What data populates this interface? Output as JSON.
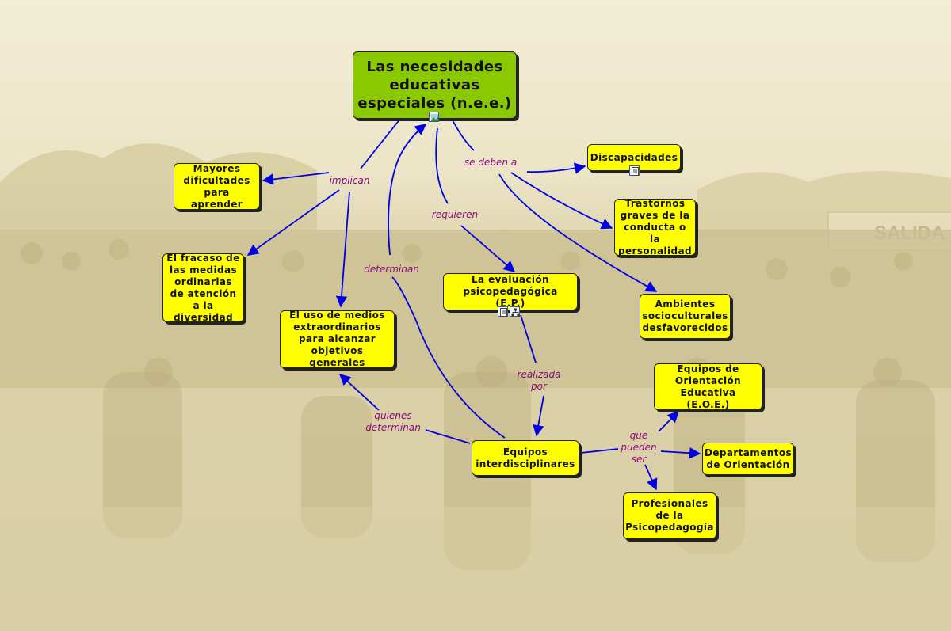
{
  "nodes": {
    "root": "Las necesidades educativas especiales (n.e.e.)",
    "mayores": "Mayores dificultades para aprender",
    "fracaso": "El fracaso de las medidas ordinarias de atención a la diversidad",
    "medios": "El uso de medios extraordinarios para alcanzar objetivos generales",
    "discapacidades": "Discapacidades",
    "trastornos": "Trastornos graves de la conducta o la personalidad",
    "ambientes": "Ambientes socioculturales desfavorecidos",
    "evaluacion": "La evaluación psicopedagógica (E.P.)",
    "equipos": "Equipos interdisciplinares",
    "eoe": "Equipos de Orientación Educativa (E.O.E.)",
    "departamentos": "Departamentos de Orientación",
    "profesionales": "Profesionales de la Psicopedagogía"
  },
  "links": {
    "implican": "implican",
    "se_deben_a": "se deben a",
    "requieren": "requieren",
    "determinan": "determinan",
    "realizada_por": "realizada por",
    "quienes_determinan": "quienes determinan",
    "que_pueden_ser": "que pueden ser"
  },
  "background_text": "SALIDA",
  "icons": [
    "image-icon",
    "document-icon",
    "document-icon",
    "concept-map-icon"
  ],
  "colors": {
    "root_fill": "#8ac800",
    "node_fill": "#ffff00",
    "connector": "#0000e0",
    "link_label": "#8a0a7a",
    "background": "#e8e0bc"
  }
}
